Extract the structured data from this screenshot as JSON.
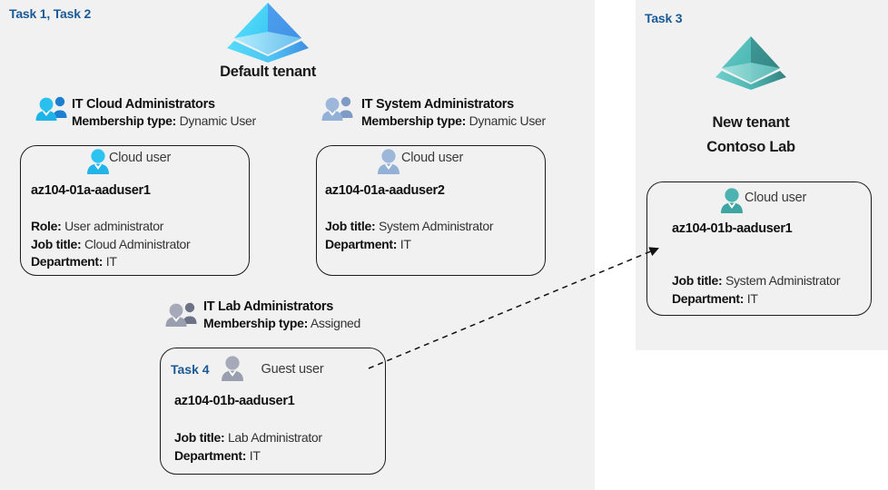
{
  "panels": {
    "left": {
      "task_label": "Task 1, Task 2"
    },
    "right": {
      "task_label": "Task 3"
    }
  },
  "tenants": [
    {
      "id": "default-tenant",
      "icon": "azure-ad-tenant-icon",
      "color": "#32b4f0",
      "title": "Default tenant"
    },
    {
      "id": "new-tenant",
      "icon": "azure-ad-tenant-icon",
      "color": "#4aada9",
      "title_line1": "New  tenant",
      "title_line2": "Contoso Lab"
    }
  ],
  "groups": [
    {
      "id": "it-cloud-administrators",
      "icon": "group-users-icon",
      "name": "IT Cloud Administrators",
      "membership_label": "Membership type:",
      "membership_value": "Dynamic User"
    },
    {
      "id": "it-system-administrators",
      "icon": "group-users-icon",
      "name": "IT System Administrators",
      "membership_label": "Membership type:",
      "membership_value": "Dynamic User"
    },
    {
      "id": "it-lab-administrators",
      "icon": "group-users-icon",
      "name": "IT Lab Administrators",
      "membership_label": "Membership type:",
      "membership_value": "Assigned"
    }
  ],
  "users": [
    {
      "id": "az104-01a-aaduser1",
      "task": "",
      "icon": "cloud-user-icon",
      "type": "Cloud user",
      "name": "az104-01a-aaduser1",
      "attrs": [
        {
          "label": "Role:",
          "value": "User administrator"
        },
        {
          "label": "Job title:",
          "value": "Cloud Administrator"
        },
        {
          "label": "Department:",
          "value": "IT"
        }
      ]
    },
    {
      "id": "az104-01a-aaduser2",
      "task": "",
      "icon": "cloud-user-icon",
      "type": "Cloud user",
      "name": "az104-01a-aaduser2",
      "attrs": [
        {
          "label": "Job title:",
          "value": "System Administrator"
        },
        {
          "label": "Department:",
          "value": "IT"
        }
      ]
    },
    {
      "id": "az104-01b-aaduser1-guest",
      "task": "Task 4",
      "icon": "guest-user-icon",
      "type": "Guest user",
      "name": "az104-01b-aaduser1",
      "attrs": [
        {
          "label": "Job title:",
          "value": "Lab Administrator"
        },
        {
          "label": "Department:",
          "value": "IT"
        }
      ]
    },
    {
      "id": "az104-01b-aaduser1-cloud",
      "task": "",
      "icon": "cloud-user-icon",
      "type": "Cloud user",
      "name": "az104-01b-aaduser1",
      "attrs": [
        {
          "label": "Job title:",
          "value": "System Administrator"
        },
        {
          "label": "Department:",
          "value": "IT"
        }
      ]
    }
  ],
  "connector": {
    "id": "guest-to-cloud-user-arrow",
    "style": "dashed-arrow"
  },
  "colors": {
    "panel_bg": "#f1f1f1",
    "task_blue": "#1a5a96",
    "tenant_blue": "#32b4f0",
    "tenant_teal": "#4aada9",
    "box_border": "#1c1c1c",
    "text": "#111111"
  }
}
